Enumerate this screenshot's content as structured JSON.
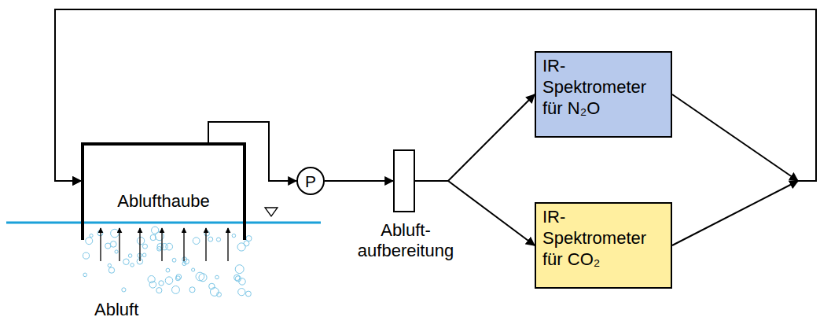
{
  "diagram": {
    "nodes": [
      {
        "text": [
          "Ablufthaube"
        ]
      },
      {
        "text": [
          "P"
        ]
      },
      {
        "text": [
          "Abluft- aufbereitung"
        ]
      },
      {
        "text": [
          "IR- Spektrometer für N₂O"
        ]
      },
      {
        "text": [
          "IR- Spektrometer für CO₂"
        ]
      }
    ],
    "edges": [
      {
        "from": 0,
        "to": 1,
        "arrow": "to"
      },
      {
        "from": 1,
        "to": 2,
        "arrow": "to"
      },
      {
        "from": 2,
        "to": 3,
        "arrow": "to"
      },
      {
        "from": 2,
        "to": 4,
        "arrow": "to"
      },
      {
        "from": 3,
        "to": 0,
        "arrow": "to"
      },
      {
        "from": 4,
        "to": 0,
        "arrow": "to"
      }
    ],
    "labels": [
      "Abluft"
    ]
  }
}
